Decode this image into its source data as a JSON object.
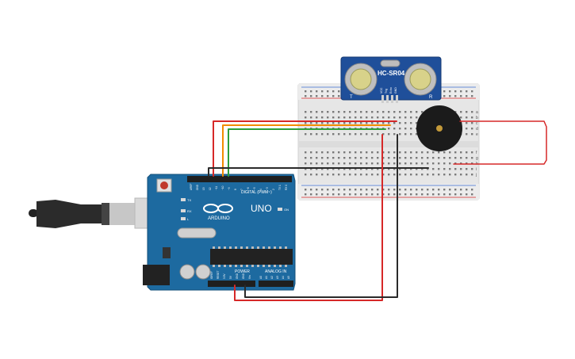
{
  "sensor": {
    "model_label": "HC-SR04",
    "pin_labels": [
      "VCC",
      "Trig",
      "Echo",
      "GND"
    ],
    "left_mark": "T",
    "right_mark": "R",
    "board_color": "#1f4f9a"
  },
  "breadboard": {
    "row_letters_top": [
      "a",
      "b",
      "c",
      "d",
      "e"
    ],
    "row_letters_bottom": [
      "f",
      "g",
      "h",
      "i",
      "j"
    ]
  },
  "arduino": {
    "brand_label": "ARDUINO",
    "model_label": "UNO",
    "digital_label": "DIGITAL (PWM~)",
    "power_label": "POWER",
    "analog_label": "ANALOG IN",
    "tx_label": "TX",
    "rx_label": "RX",
    "l_label": "L",
    "on_label": "ON",
    "board_color": "#1d6aa0",
    "top_pin_labels": [
      "AREF",
      "GND",
      "13",
      "12",
      "~11",
      "~10",
      "~9",
      "8",
      "7",
      "~6",
      "~5",
      "4",
      "~3",
      "2",
      "TX 1",
      "RX 0"
    ],
    "power_pin_labels": [
      "IOREF",
      "RESET",
      "3.3V",
      "5V",
      "GND",
      "GND",
      "Vin"
    ],
    "analog_pin_labels": [
      "A0",
      "A1",
      "A2",
      "A3",
      "A4",
      "A5"
    ]
  },
  "buzzer": {
    "color": "#1b1b1b",
    "center_color": "#c49a3a"
  },
  "wire_colors": {
    "red": "#d62828",
    "orange": "#f28c00",
    "green": "#2e9e3a",
    "black": "#2a2a2a"
  }
}
